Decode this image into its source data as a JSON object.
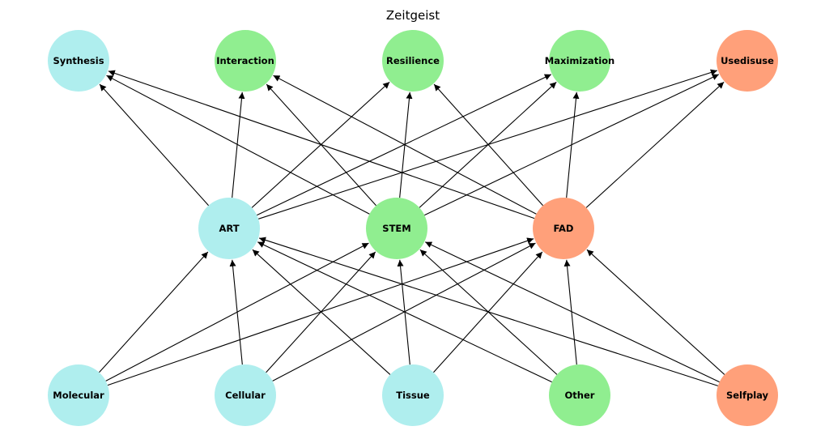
{
  "title": "Zeitgeist",
  "colors": {
    "cyan": "#afeeee",
    "green": "#90ee90",
    "salmon": "#ffa07a"
  },
  "nodes": [
    {
      "id": "synthesis",
      "label": "Synthesis",
      "color": "#afeeee"
    },
    {
      "id": "interaction",
      "label": "Interaction",
      "color": "#90ee90"
    },
    {
      "id": "resilience",
      "label": "Resilience",
      "color": "#90ee90"
    },
    {
      "id": "maximization",
      "label": "Maximization",
      "color": "#90ee90"
    },
    {
      "id": "usedisuse",
      "label": "Usedisuse",
      "color": "#ffa07a"
    },
    {
      "id": "art",
      "label": "ART",
      "color": "#afeeee"
    },
    {
      "id": "stem",
      "label": "STEM",
      "color": "#90ee90"
    },
    {
      "id": "fad",
      "label": "FAD",
      "color": "#ffa07a"
    },
    {
      "id": "molecular",
      "label": "Molecular",
      "color": "#afeeee"
    },
    {
      "id": "cellular",
      "label": "Cellular",
      "color": "#afeeee"
    },
    {
      "id": "tissue",
      "label": "Tissue",
      "color": "#afeeee"
    },
    {
      "id": "other",
      "label": "Other",
      "color": "#90ee90"
    },
    {
      "id": "selfplay",
      "label": "Selfplay",
      "color": "#ffa07a"
    }
  ],
  "edges": [
    [
      "molecular",
      "art"
    ],
    [
      "molecular",
      "stem"
    ],
    [
      "molecular",
      "fad"
    ],
    [
      "cellular",
      "art"
    ],
    [
      "cellular",
      "stem"
    ],
    [
      "cellular",
      "fad"
    ],
    [
      "tissue",
      "art"
    ],
    [
      "tissue",
      "stem"
    ],
    [
      "tissue",
      "fad"
    ],
    [
      "other",
      "art"
    ],
    [
      "other",
      "stem"
    ],
    [
      "other",
      "fad"
    ],
    [
      "selfplay",
      "art"
    ],
    [
      "selfplay",
      "stem"
    ],
    [
      "selfplay",
      "fad"
    ],
    [
      "art",
      "synthesis"
    ],
    [
      "art",
      "interaction"
    ],
    [
      "art",
      "resilience"
    ],
    [
      "art",
      "maximization"
    ],
    [
      "art",
      "usedisuse"
    ],
    [
      "stem",
      "synthesis"
    ],
    [
      "stem",
      "interaction"
    ],
    [
      "stem",
      "resilience"
    ],
    [
      "stem",
      "maximization"
    ],
    [
      "stem",
      "usedisuse"
    ],
    [
      "fad",
      "synthesis"
    ],
    [
      "fad",
      "interaction"
    ],
    [
      "fad",
      "resilience"
    ],
    [
      "fad",
      "maximization"
    ],
    [
      "fad",
      "usedisuse"
    ]
  ]
}
